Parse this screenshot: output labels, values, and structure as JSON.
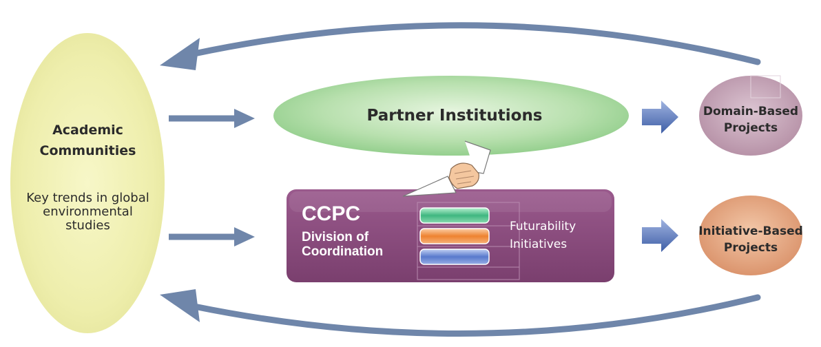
{
  "academic": {
    "title_line1": "Academic",
    "title_line2": "Communities",
    "desc_line1": "Key trends in global",
    "desc_line2": "environmental",
    "desc_line3": "studies"
  },
  "partner": {
    "label": "Partner Institutions"
  },
  "ccpc": {
    "title": "CCPC",
    "subtitle_line1": "Division of",
    "subtitle_line2": "Coordination",
    "initiatives_line1": "Futurability",
    "initiatives_line2": "Initiatives"
  },
  "domain_projects": {
    "line1": "Domain-Based",
    "line2": "Projects"
  },
  "initiative_projects": {
    "line1": "Initiative-Based",
    "line2": "Projects"
  },
  "colors": {
    "academic": "#eeeeaa",
    "partner": "#a8d8a0",
    "ccpc": "#8c4a7e",
    "domain": "#c8a6b8",
    "initiative": "#e2a882",
    "arrow": "#6f86aa",
    "bar_green": "#4cbd8a",
    "bar_orange": "#f08a3a",
    "bar_blue": "#5c7fd0"
  },
  "icons": [
    "handshake-icon",
    "arrow-icon"
  ]
}
